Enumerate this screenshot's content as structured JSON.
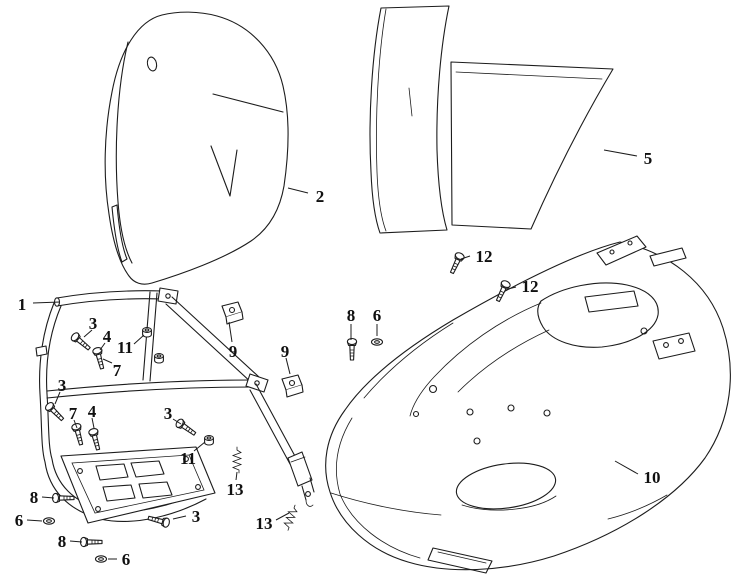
{
  "diagram": {
    "type": "exploded-parts-diagram",
    "background": "#ffffff",
    "line_color": "#1c1c1c",
    "label_color": "#101010"
  },
  "callouts": [
    {
      "text": "1"
    },
    {
      "text": "2"
    },
    {
      "text": "3"
    },
    {
      "text": "4"
    },
    {
      "text": "11"
    },
    {
      "text": "7"
    },
    {
      "text": "3"
    },
    {
      "text": "7"
    },
    {
      "text": "4"
    },
    {
      "text": "3"
    },
    {
      "text": "11"
    },
    {
      "text": "9"
    },
    {
      "text": "9"
    },
    {
      "text": "13"
    },
    {
      "text": "13"
    },
    {
      "text": "3"
    },
    {
      "text": "8"
    },
    {
      "text": "6"
    },
    {
      "text": "12"
    },
    {
      "text": "12"
    },
    {
      "text": "5"
    },
    {
      "text": "10"
    },
    {
      "text": "8"
    },
    {
      "text": "6"
    },
    {
      "text": "8"
    },
    {
      "text": "6"
    }
  ]
}
